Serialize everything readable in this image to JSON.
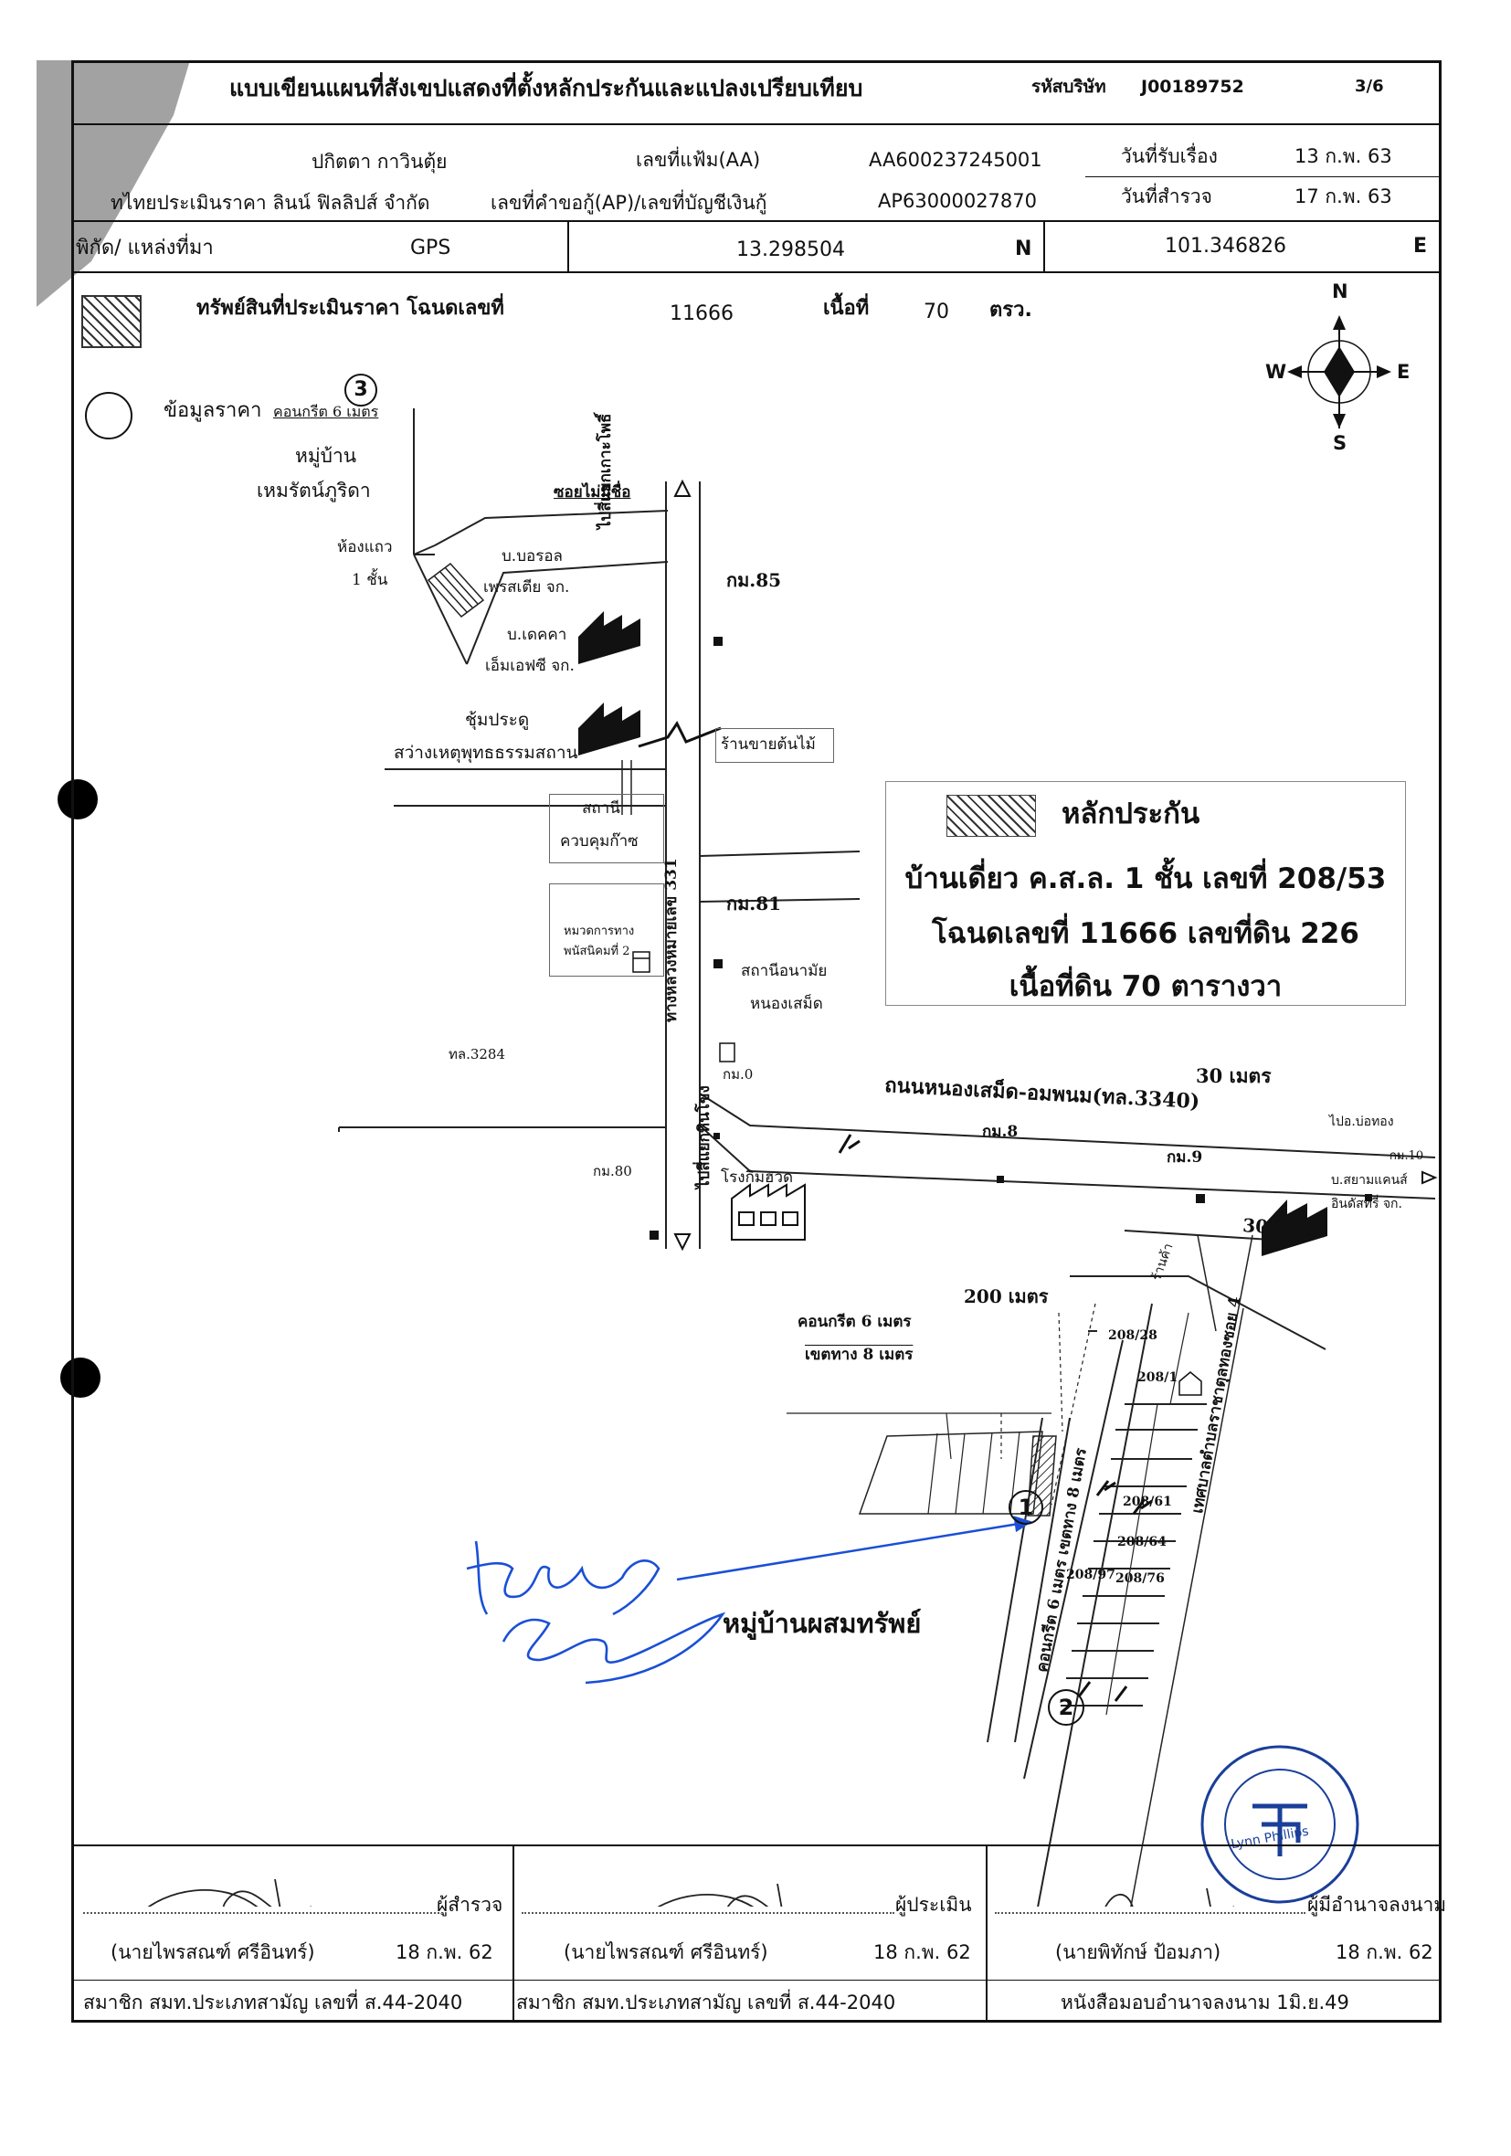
{
  "header": {
    "title": "แบบเขียนแผนที่สังเขปแสดงที่ตั้งหลักประกันและแปลงเปรียบเทียบ",
    "company_code_label": "รหัสบริษัท",
    "company_code": "J00189752",
    "page": "3/6"
  },
  "info": {
    "customer_name": "ปกิตตา  กาวินตุ้ย",
    "appraiser_company": "ทไทยประเมินราคา ลินน์ ฟิลลิปส์ จำกัด",
    "file_no_label": "เลขที่แฟ้ม(AA)",
    "file_no": "AA600237245001",
    "loan_no_label": "เลขที่คำขอกู้(AP)/เลขที่บัญชีเงินกู้",
    "loan_no": "AP63000027870",
    "received_label": "วันที่รับเรื่อง",
    "received_date": "13 ก.พ. 63",
    "survey_label": "วันที่สำรวจ",
    "survey_date": "17 ก.พ. 63"
  },
  "coords": {
    "label": "พิกัด/ แหล่งที่มา",
    "source": "GPS",
    "lat": "13.298504",
    "lat_dir": "N",
    "lon": "101.346826",
    "lon_dir": "E"
  },
  "asset": {
    "label": "ทรัพย์สินที่ประเมินราคา โฉนดเลขที่",
    "deed_no": "11666",
    "area_label": "เนื้อที่",
    "area": "70",
    "area_unit": "ตรว.",
    "price_info_label": "ข้อมูลราคา"
  },
  "compass": {
    "n": "N",
    "s": "S",
    "e": "E",
    "w": "W"
  },
  "collateral_box": {
    "title": "หลักประกัน",
    "line1": "บ้านเดี่ยว ค.ส.ล. 1 ชั้น เลขที่ 208/53",
    "line2": "โฉนดเลขที่ 11666 เลขที่ดิน 226",
    "line3": "เนื้อที่ดิน 70 ตารางวา"
  },
  "map": {
    "labels": {
      "concrete6_top": "คอนกรีต 6 เมตร",
      "village_hemrat_1": "หมู่บ้าน",
      "village_hemrat_2": "เหมรัตน์ภูริดา",
      "no_name_soi": "ซอยไม่มีชื่อ",
      "row_house_1": "ห้องแถว",
      "row_house_2": "1 ชั้น",
      "borel_1": "บ.บอรอล",
      "borel_2": "เพรสเตีย จก.",
      "dekka_1": "บ.เดคคา",
      "dekka_2": "เอ็มเอฟซี จก.",
      "to_koh_pho": "ไปสี่แยกเกาะโพธิ์",
      "km85": "กม.85",
      "chum_pradu": "ชุ้มประดู",
      "sawang_temple": "สว่างเหตุพุทธธรรมสถาน",
      "plant_shop": "ร้านขายต้นไม้",
      "police_1": "สถานี",
      "police_2": "ควบคุมก๊าซ",
      "highway_331": "ทางหลวงหมายเลข 331",
      "km81": "กม.81",
      "highways_unit_1": "หมวดการทาง",
      "highways_unit_2": "พนัสนิคมที่ 2",
      "health_1": "สถานีอนามัย",
      "health_2": "หนองเสม็ด",
      "to_hin_khong": "ไปสี่แยกหินโขง",
      "tl3284": "ทล.3284",
      "km0": "กม.0",
      "road_3340": "ถนนหนองเสม็ด-อมพนม(ทล.3340)",
      "dist_30m": "30 เมตร",
      "to_bothong": "ไปอ.บ่อทอง",
      "km8": "กม.8",
      "km9": "กม.9",
      "km10": "กม.10",
      "km80": "กม.80",
      "kimhuad": "โรงกิมฮวด",
      "siam_1": "บ.สยามแคนส์",
      "siam_2": "อินดัสทรี่ จก.",
      "dist_300m": "300 เมตร",
      "dist_200m": "200 เมตร",
      "concrete6": "คอนกรีต 6 เมตร",
      "row_8m": "เขตทาง 8 เมตร",
      "shop": "ร้านค้า",
      "soi4": "เทศบาลตำบลราชาตุลทองซอย 4",
      "h208_28": "208/28",
      "h208_1": "208/1",
      "h208_61": "208/61",
      "h208_64": "208/64",
      "h208_97": "208/97",
      "h208_76": "208/76",
      "side_road": "คอนกรีต 6 เมตร เขตทาง 8 เมตร",
      "village_phasom": "หมู่บ้านผสมทรัพย์",
      "pt1": "1",
      "pt2": "2",
      "pt3": "3"
    }
  },
  "signatures": {
    "col1": {
      "role": "ผู้สำรวจ",
      "name": "(นายไพรสณฑ์  ศรีอินทร์)",
      "date": "18 ก.พ. 62",
      "member": "สมาชิก สมท.ประเภทสามัญ เลขที่ ส.44-2040"
    },
    "col2": {
      "role": "ผู้ประเมิน",
      "name": "(นายไพรสณฑ์  ศรีอินทร์)",
      "date": "18 ก.พ. 62",
      "member": "สมาชิก สมท.ประเภทสามัญ เลขที่ ส.44-2040"
    },
    "col3": {
      "role": "ผู้มีอำนาจลงนาม",
      "name": "(นายพิทักษ์  ป้อมภา)",
      "date": "18 ก.พ. 62",
      "member": "หนังสือมอบอำนาจลงนาม 1มิ.ย.49"
    }
  },
  "stamp_text": "Lynn Phillips",
  "colors": {
    "ink": "#111111",
    "signature_blue": "#1a4fd6",
    "hatch": "#333333"
  }
}
